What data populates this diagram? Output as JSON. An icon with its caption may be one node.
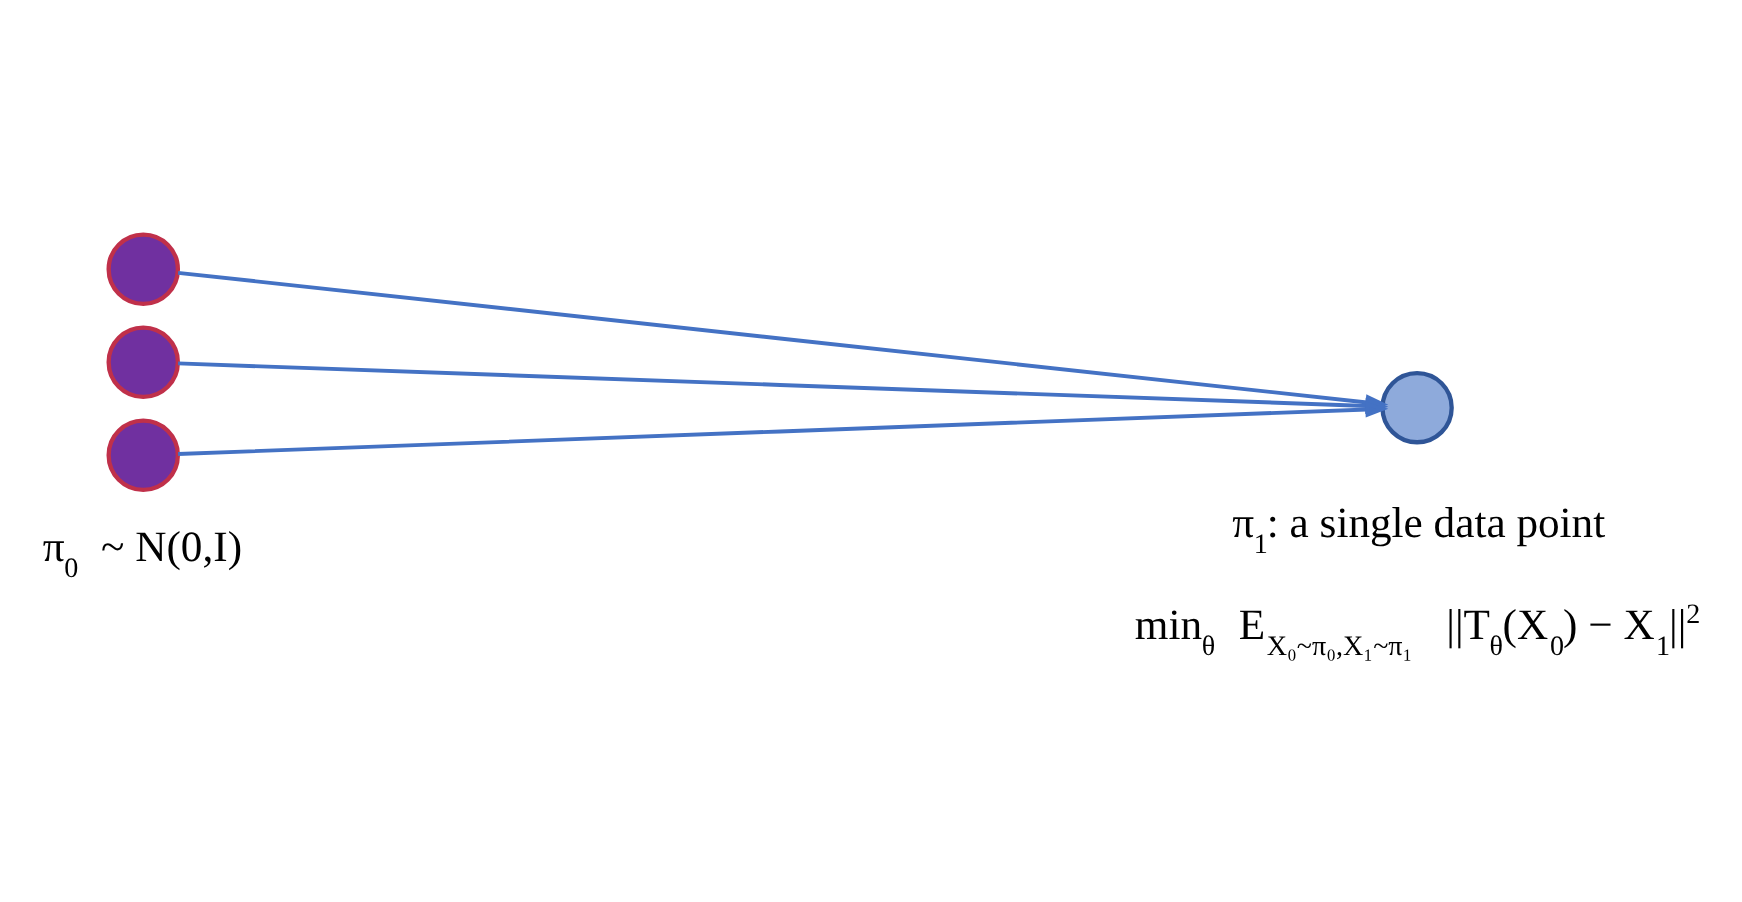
{
  "diagram": {
    "nodes": [
      {
        "text": [],
        "shape": "circle"
      },
      {
        "text": [],
        "shape": "circle"
      },
      {
        "text": [],
        "shape": "circle"
      },
      {
        "text": [],
        "shape": "circle"
      }
    ],
    "edges": [
      {
        "from": 0,
        "to": 3,
        "arrow": "to"
      },
      {
        "from": 1,
        "to": 3,
        "arrow": "to"
      },
      {
        "from": 2,
        "to": 3,
        "arrow": "to"
      }
    ],
    "labels": [
      "π$_{0}$ ~ N(0,I)",
      "π$_{1}$: a single data point",
      "min$_{θ}$ E$_{X₀~π₀,X₁~π₁}$ ||T$_{θ}$(X$_{0}$) − X$_{1}$||$^{2}$"
    ]
  }
}
